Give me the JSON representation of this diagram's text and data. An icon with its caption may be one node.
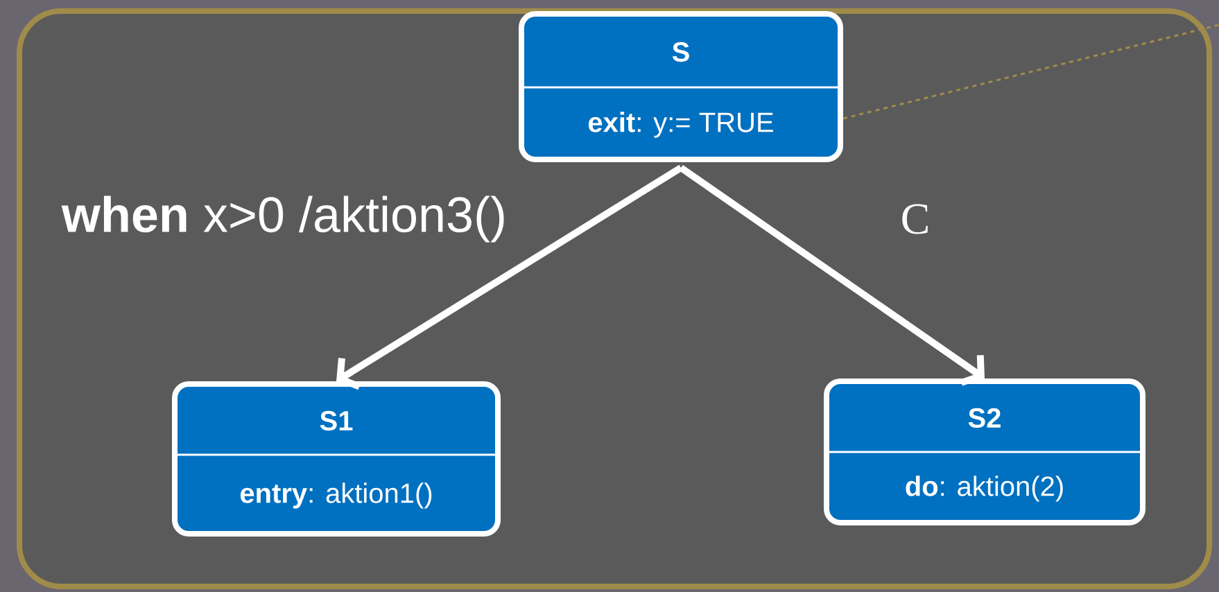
{
  "diagram": {
    "nodes": [
      {
        "text": [],
        "shape": "box"
      },
      {
        "text": [
          "S",
          "**exit**: y:= TRUE"
        ],
        "in": 0
      },
      {
        "text": [
          "S1",
          "**entry**: aktion1()"
        ],
        "in": 0
      },
      {
        "text": [
          "S2",
          "**do**: aktion(2)"
        ],
        "in": 0
      }
    ],
    "edges": [
      {
        "from": 1,
        "to": 2,
        "arrow": "to",
        "label": "**when** x>0 /aktion3()"
      },
      {
        "from": 1,
        "to": 3,
        "arrow": "to",
        "label": "C"
      },
      {
        "from": 1,
        "to": null,
        "arrow": "none",
        "style": "dashed",
        "color": "#a08c4a"
      }
    ]
  }
}
